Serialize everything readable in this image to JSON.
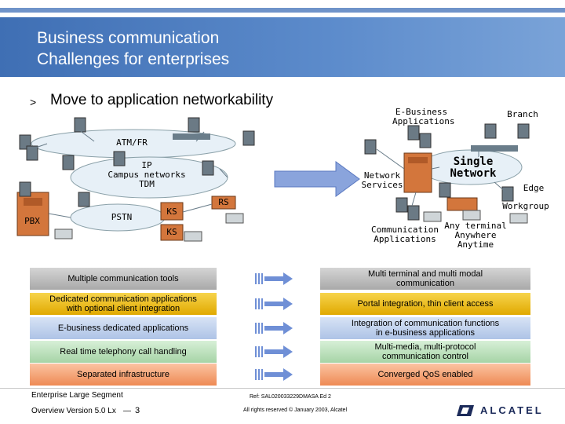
{
  "header": {
    "title": "Business communication\nChallenges for enterprises"
  },
  "bullet": {
    "marker": ">",
    "text": "Move to application networkability"
  },
  "diagram": {
    "ebusiness": "E-Business\nApplications",
    "branch": "Branch",
    "atm": "ATM/FR",
    "ip_campus": "IP\nCampus networks\nTDM",
    "pstn": "PSTN",
    "pbx": "PBX",
    "ks1": "KS",
    "ks2": "KS",
    "rs": "RS",
    "network_services": "Network\nServices",
    "single_network": "Single\nNetwork",
    "edge": "Edge",
    "workgroup": "Workgroup",
    "comm_apps": "Communication\nApplications",
    "any_terminal": "Any terminal\nAnywhere\nAnytime"
  },
  "rows": [
    {
      "left": "Multiple communication tools",
      "right": "Multi terminal and multi modal\ncommunication",
      "color": "#b9b9b9"
    },
    {
      "left": "Dedicated communication applications\nwith optional client integration",
      "right": "Portal integration, thin client access",
      "color": "#f2c21a"
    },
    {
      "left": "E-business dedicated applications",
      "right": "Integration of communication functions\nin e-business applications",
      "color": "#c3d4ee"
    },
    {
      "left": "Real time telephony call handling",
      "right": "Multi-media, multi-protocol\ncommunication control",
      "color": "#bfe3bf"
    },
    {
      "left": "Separated infrastructure",
      "right": "Converged QoS enabled",
      "color": "#f6a77c"
    }
  ],
  "colors": {
    "header": "#4f7fc0",
    "arrow": "#6f8fd6",
    "logo": "#1c2b5a"
  },
  "footer": {
    "segment": "Enterprise Large Segment",
    "version": "Overview Version 5.0 Lx",
    "dash": "—",
    "page": "3",
    "ref": "Ref: SAL020033229DMASA Ed 2",
    "rights": "All rights reserved © January 2003, Alcatel",
    "logo": "ALCATEL"
  }
}
